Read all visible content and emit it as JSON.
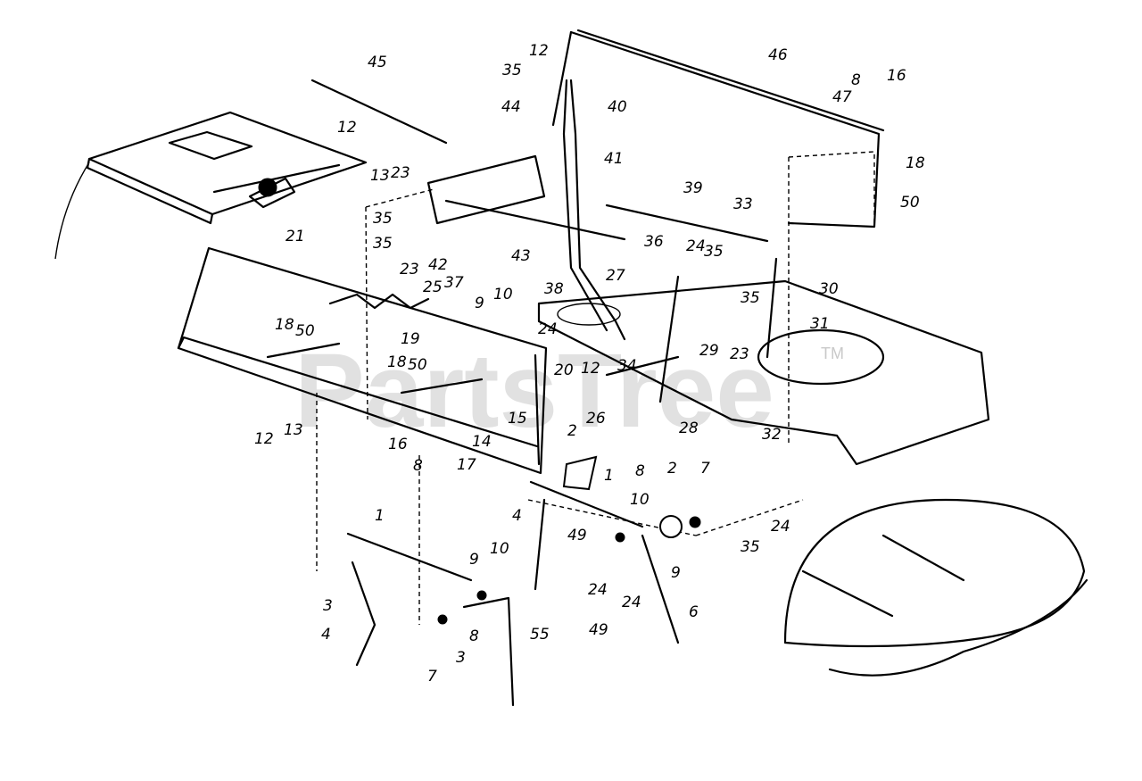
{
  "watermark": {
    "text": "PartsTree",
    "trademark": "TM"
  },
  "labels": [
    "1",
    "2",
    "3",
    "4",
    "6",
    "7",
    "8",
    "9",
    "10",
    "12",
    "13",
    "14",
    "15",
    "16",
    "17",
    "18",
    "19",
    "20",
    "21",
    "23",
    "24",
    "25",
    "26",
    "27",
    "28",
    "29",
    "30",
    "31",
    "32",
    "33",
    "34",
    "35",
    "36",
    "37",
    "38",
    "39",
    "40",
    "41",
    "42",
    "43",
    "44",
    "45",
    "46",
    "47",
    "49",
    "50",
    "55"
  ]
}
